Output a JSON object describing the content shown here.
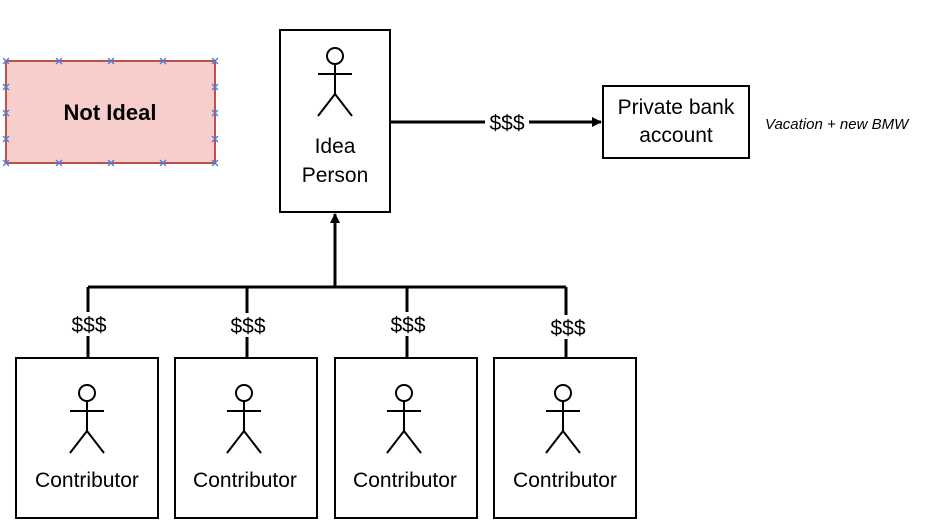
{
  "legend": {
    "label": "Not Ideal",
    "fill": "#f8cecc",
    "stroke": "#b85450",
    "handle_color": "#4a7bd6"
  },
  "idea_person": {
    "line1": "Idea",
    "line2": "Person"
  },
  "bank": {
    "line1": "Private bank",
    "line2": "account",
    "note": "Vacation + new BMW"
  },
  "flow_labels": {
    "to_bank": "$$$",
    "contributors": [
      "$$$",
      "$$$",
      "$$$",
      "$$$"
    ]
  },
  "contributors": [
    {
      "label": "Contributor"
    },
    {
      "label": "Contributor"
    },
    {
      "label": "Contributor"
    },
    {
      "label": "Contributor"
    }
  ]
}
